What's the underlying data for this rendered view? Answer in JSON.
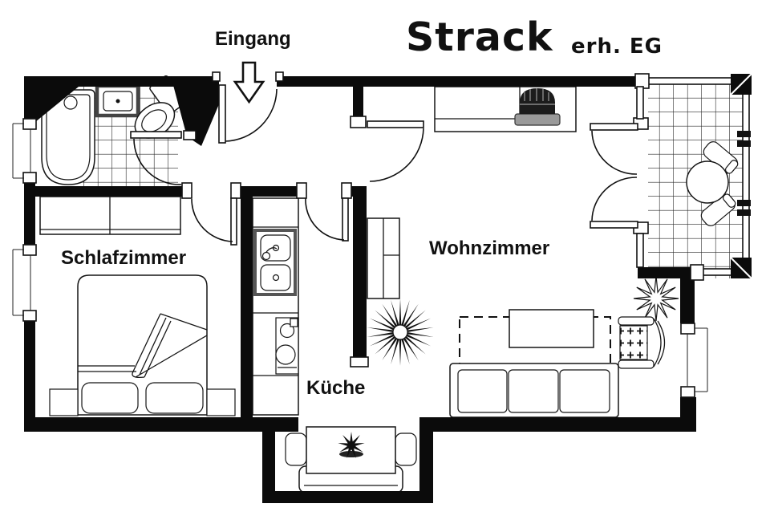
{
  "page": {
    "background": "#ffffff",
    "ink": "#0b0b0b"
  },
  "title": {
    "main": "Strack",
    "suffix": "erh. EG"
  },
  "rooms": {
    "entrance": "Eingang",
    "bedroom": "Schlafzimmer",
    "kitchen": "Küche",
    "living_room": "Wohnzimmer"
  },
  "icons": {
    "entrance_arrow": "down-arrow"
  }
}
